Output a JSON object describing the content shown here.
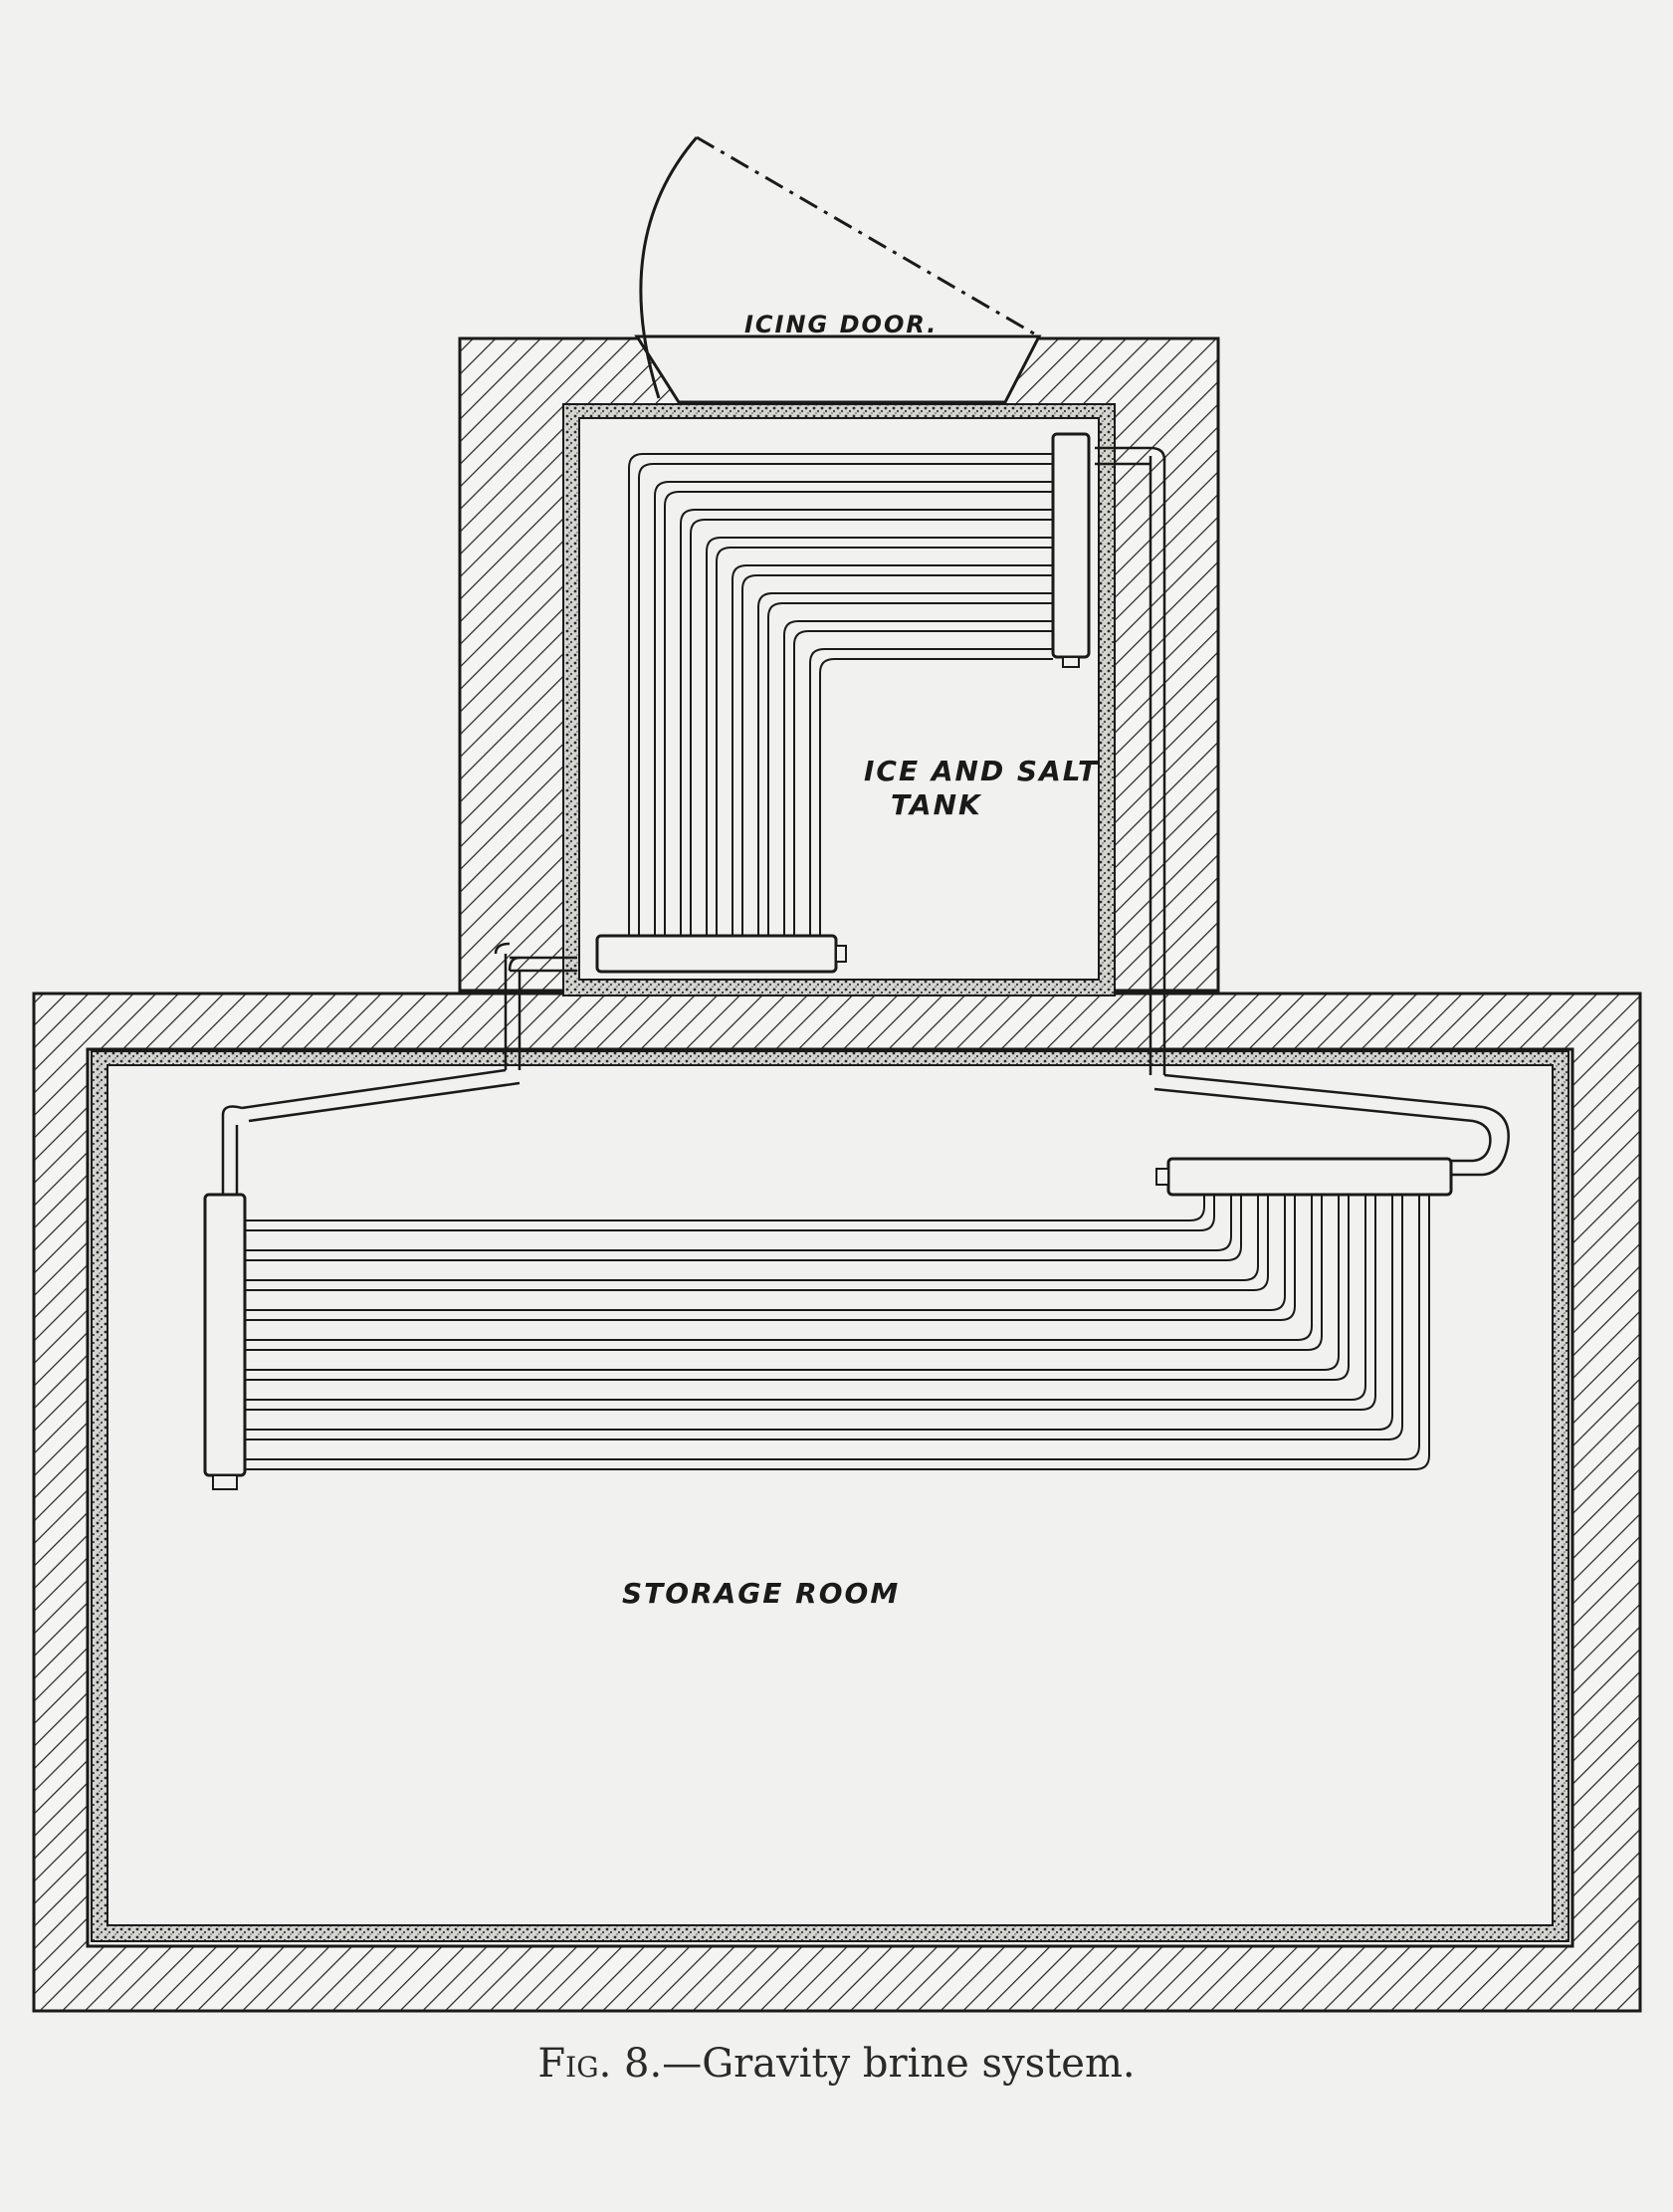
{
  "figure": {
    "labels": {
      "icing_door": "ICING DOOR.",
      "tank_line1": "ICE AND SALT",
      "tank_line2": "TANK",
      "storage_room": "STORAGE  ROOM"
    },
    "caption": {
      "fig_word": "Fig.",
      "fig_number": "8.",
      "dash": "—",
      "title": "Gravity brine system."
    },
    "colors": {
      "ink": "#1a1a1a",
      "paper": "#f1f1f0"
    }
  }
}
